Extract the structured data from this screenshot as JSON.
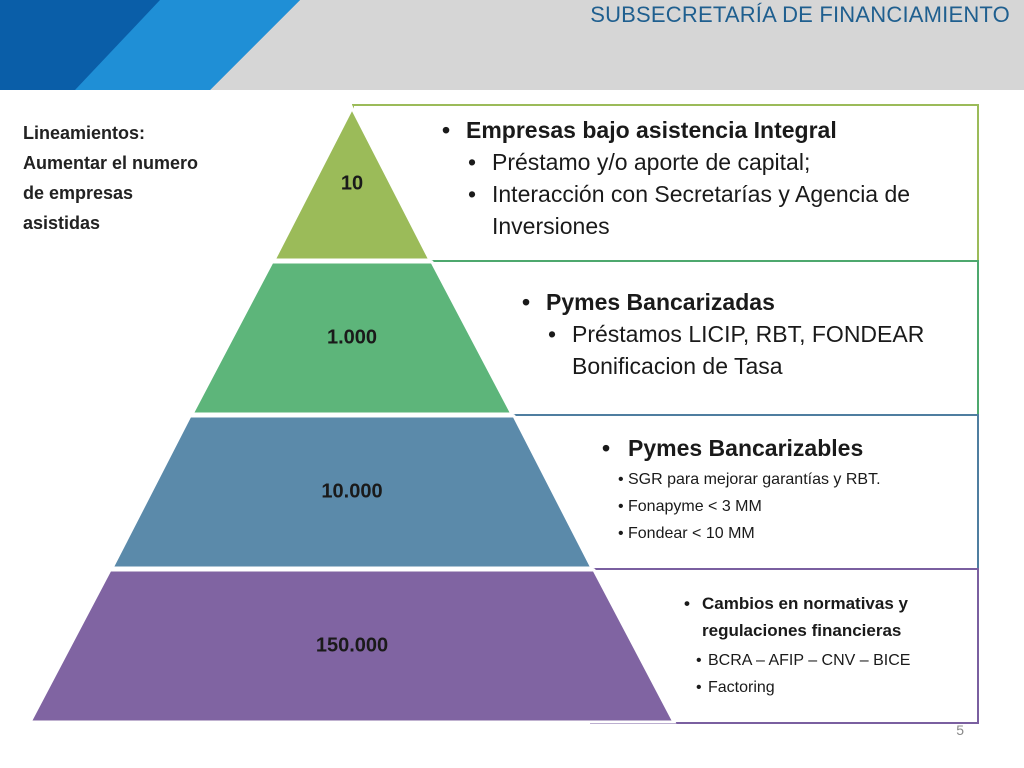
{
  "header": {
    "title": "SUBSECRETARÍA DE FINANCIAMIENTO"
  },
  "lineamientos": {
    "lines": [
      "Lineamientos:",
      "Aumentar el numero",
      "de empresas",
      "asistidas"
    ]
  },
  "tiers": [
    {
      "value": "10",
      "color": "#9bbb59",
      "border": "#9bbb59"
    },
    {
      "value": "1.000",
      "color": "#5db57a",
      "border": "#4ea86e"
    },
    {
      "value": "10.000",
      "color": "#5b8aaa",
      "border": "#4f7ea0"
    },
    {
      "value": "150.000",
      "color": "#8064a2",
      "border": "#7a5fa0"
    }
  ],
  "boxes": [
    {
      "heading": "Empresas bajo asistencia Integral",
      "items": [
        "Préstamo y/o aporte de capital;",
        "Interacción con Secretarías y Agencia de",
        "Inversiones"
      ]
    },
    {
      "heading": "Pymes Bancarizadas",
      "items": [
        "Préstamos LICIP, RBT, FONDEAR",
        "Bonificacion de Tasa"
      ]
    },
    {
      "heading": "Pymes Bancarizables",
      "items": [
        "SGR para mejorar garantías y RBT.",
        "Fonapyme < 3 MM",
        "Fondear < 10 MM"
      ]
    },
    {
      "heading": [
        "Cambios en normativas y",
        "regulaciones financieras"
      ],
      "items": [
        "BCRA – AFIP – CNV – BICE",
        "Factoring"
      ]
    }
  ],
  "bullet": "•",
  "page_number": "5",
  "colors": {
    "banner_blue": "#0a6fba",
    "banner_light": "#2f9fe0",
    "banner_gray": "#d8d8d8",
    "title": "#1f5f8f"
  }
}
